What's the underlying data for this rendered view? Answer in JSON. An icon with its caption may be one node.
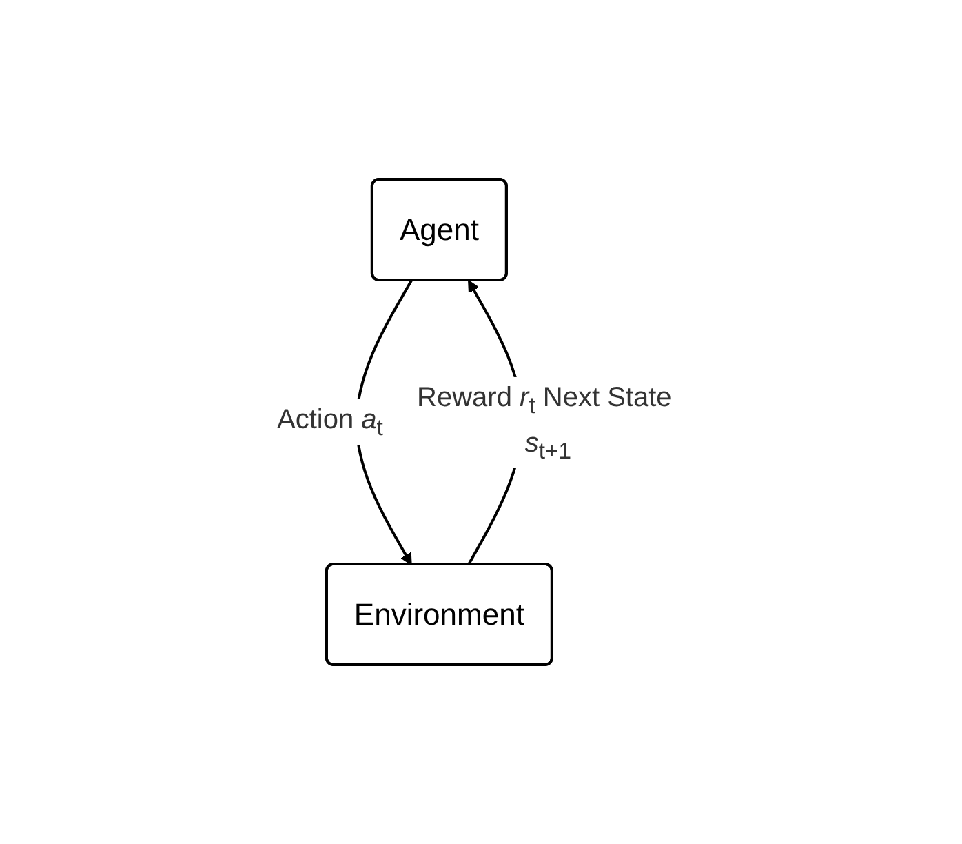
{
  "diagram": {
    "nodes": [
      {
        "text": [
          "Agent"
        ]
      },
      {
        "text": [
          "Environment"
        ]
      }
    ],
    "edges": [
      {
        "from": 0,
        "to": 1,
        "arrow": "to",
        "label": "Action *a*$_{t}$"
      },
      {
        "from": 1,
        "to": 0,
        "arrow": "to",
        "label": "Reward *r*$_{t}$ Next State *s*$_{t+1}$"
      }
    ]
  }
}
